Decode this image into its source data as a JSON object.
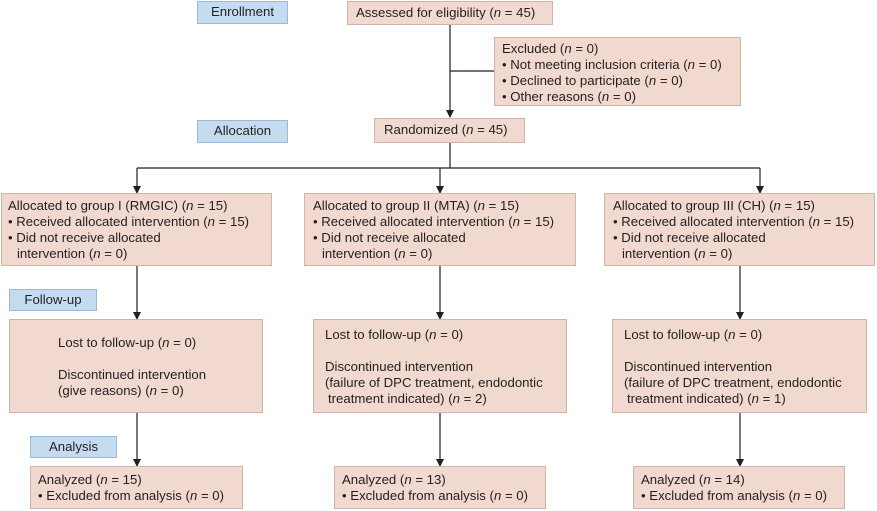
{
  "stages": {
    "enrollment": "Enrollment",
    "allocation": "Allocation",
    "followup": "Follow-up",
    "analysis": "Analysis"
  },
  "assessed": {
    "pre": "Assessed for eligibility (",
    "n": "n",
    "post": " = 45)"
  },
  "excluded": {
    "title": {
      "pre": "Excluded (",
      "n": "n",
      "post": " = 0)"
    },
    "items": [
      {
        "pre": "• Not meeting inclusion criteria (",
        "n": "n",
        "post": " = 0)"
      },
      {
        "pre": "• Declined to participate (",
        "n": "n",
        "post": " = 0)"
      },
      {
        "pre": "• Other reasons (",
        "n": "n",
        "post": " = 0)"
      }
    ]
  },
  "randomized": {
    "pre": "Randomized (",
    "n": "n",
    "post": " = 45)"
  },
  "groups": [
    {
      "alloc": {
        "pre": "Allocated to group I (RMGIC) (",
        "n": "n",
        "post": " = 15)"
      },
      "received": {
        "pre": "• Received allocated intervention (",
        "n": "n",
        "post": " = 15)"
      },
      "not_received_1": "• Did not receive allocated",
      "not_received_2": {
        "pre": "  intervention (",
        "n": "n",
        "post": " = 0)"
      },
      "lost": {
        "pre": "Lost to follow-up (",
        "n": "n",
        "post": " = 0)"
      },
      "disc_1": "Discontinued intervention",
      "disc_2": "(give reasons) (",
      "disc_3": "",
      "disc_n": "n",
      "disc_post": " = 0)",
      "analyzed": {
        "pre": "Analyzed (",
        "n": "n",
        "post": " = 15)"
      },
      "excl": {
        "pre": "• Excluded from analysis (",
        "n": "n",
        "post": " = 0)"
      }
    },
    {
      "alloc": {
        "pre": "Allocated to group II (MTA) (",
        "n": "n",
        "post": " = 15)"
      },
      "received": {
        "pre": "• Received allocated intervention (",
        "n": "n",
        "post": " = 15)"
      },
      "not_received_1": "• Did not receive allocated",
      "not_received_2": {
        "pre": "  intervention (",
        "n": "n",
        "post": " = 0)"
      },
      "lost": {
        "pre": "Lost to follow-up (",
        "n": "n",
        "post": " = 0)"
      },
      "disc_1": "Discontinued intervention",
      "disc_2": "(failure of DPC treatment, endodontic",
      "disc_3": " treatment indicated) (",
      "disc_n": "n",
      "disc_post": " = 2)",
      "analyzed": {
        "pre": "Analyzed (",
        "n": "n",
        "post": " = 13)"
      },
      "excl": {
        "pre": "• Excluded from analysis (",
        "n": "n",
        "post": " = 0)"
      }
    },
    {
      "alloc": {
        "pre": "Allocated to group III (CH) (",
        "n": "n",
        "post": " = 15)"
      },
      "received": {
        "pre": "• Received allocated intervention (",
        "n": "n",
        "post": " = 15)"
      },
      "not_received_1": "• Did not receive allocated",
      "not_received_2": {
        "pre": "  intervention (",
        "n": "n",
        "post": " = 0)"
      },
      "lost": {
        "pre": "Lost to follow-up (",
        "n": "n",
        "post": " = 0)"
      },
      "disc_1": "Discontinued intervention",
      "disc_2": "(failure of DPC treatment, endodontic",
      "disc_3": " treatment indicated) (",
      "disc_n": "n",
      "disc_post": " = 1)",
      "analyzed": {
        "pre": "Analyzed (",
        "n": "n",
        "post": " = 14)"
      },
      "excl": {
        "pre": "• Excluded from analysis (",
        "n": "n",
        "post": " = 0)"
      }
    }
  ],
  "colors": {
    "box_fill": "#f2d9cf",
    "stage_fill": "#c5dcf0",
    "line": "#231f20"
  }
}
